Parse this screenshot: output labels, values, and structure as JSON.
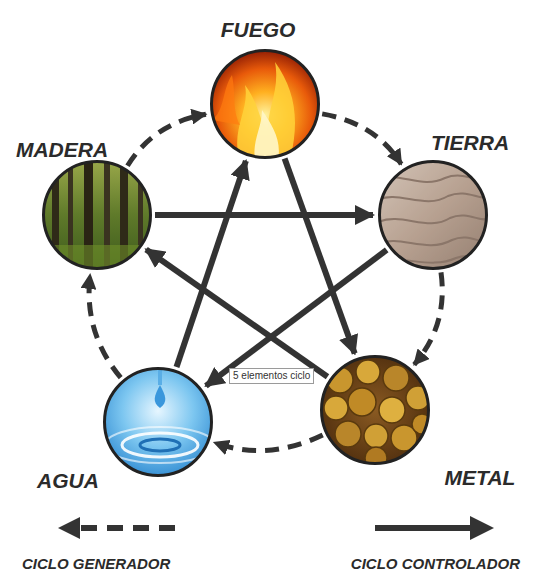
{
  "diagram": {
    "nodes": [
      {
        "text": [
          "FUEGO"
        ]
      },
      {
        "text": [
          "MADERA"
        ]
      },
      {
        "text": [
          "TIERRA"
        ]
      },
      {
        "text": [
          "AGUA"
        ]
      },
      {
        "text": [
          "METAL"
        ]
      }
    ],
    "edges": [
      {
        "from": 1,
        "to": 0,
        "arrow": "to"
      },
      {
        "from": 0,
        "to": 2,
        "arrow": "to"
      },
      {
        "from": 2,
        "to": 4,
        "arrow": "to"
      },
      {
        "from": 4,
        "to": 3,
        "arrow": "to"
      },
      {
        "from": 3,
        "to": 1,
        "arrow": "to"
      },
      {
        "from": 1,
        "to": 2,
        "arrow": "to"
      },
      {
        "from": 2,
        "to": 3,
        "arrow": "to"
      },
      {
        "from": 3,
        "to": 0,
        "arrow": "to"
      },
      {
        "from": 0,
        "to": 4,
        "arrow": "to"
      },
      {
        "from": 4,
        "to": 1,
        "arrow": "to"
      }
    ],
    "labels": [
      "5 elementos ciclo"
    ],
    "legend": [
      {
        "text": "CICLO GENERADOR"
      },
      {
        "text": "CICLO CONTROLADOR"
      }
    ]
  }
}
